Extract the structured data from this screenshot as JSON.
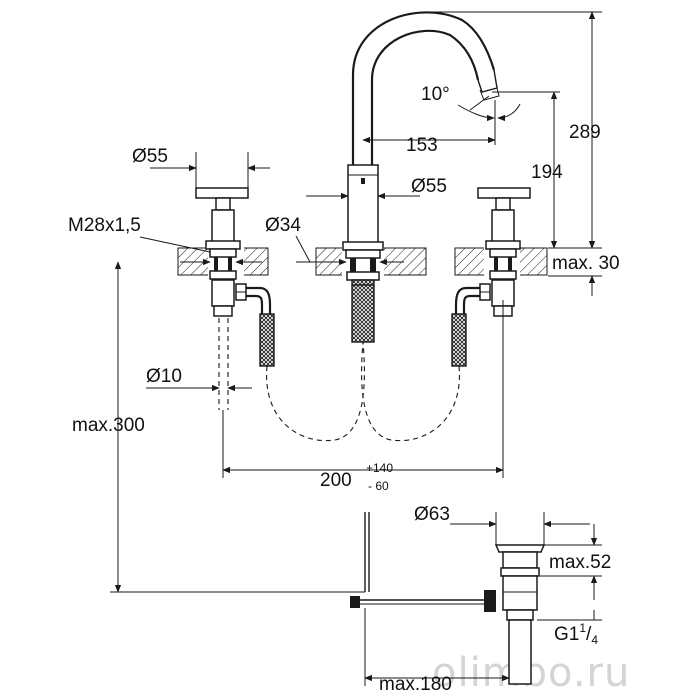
{
  "diagram": {
    "labels": {
      "angle": "10°",
      "spout_reach": "153",
      "total_height": "289",
      "spout_height": "194",
      "handle_diameter": "Ø55",
      "body_diameter": "Ø55",
      "thread": "M28x1,5",
      "hole_diameter": "Ø34",
      "max_deck": "max. 30",
      "hose_diameter": "Ø10",
      "max_length": "max.300",
      "spread": "200",
      "spread_tol_plus": "+140",
      "spread_tol_minus": "- 60",
      "waste_diameter": "Ø63",
      "waste_height": "max.52",
      "waste_thread": "G1",
      "waste_thread_num": "1",
      "waste_thread_sep": "/",
      "waste_thread_den": "4",
      "rod_length": "max.180"
    },
    "watermark": "olimbo.ru"
  }
}
